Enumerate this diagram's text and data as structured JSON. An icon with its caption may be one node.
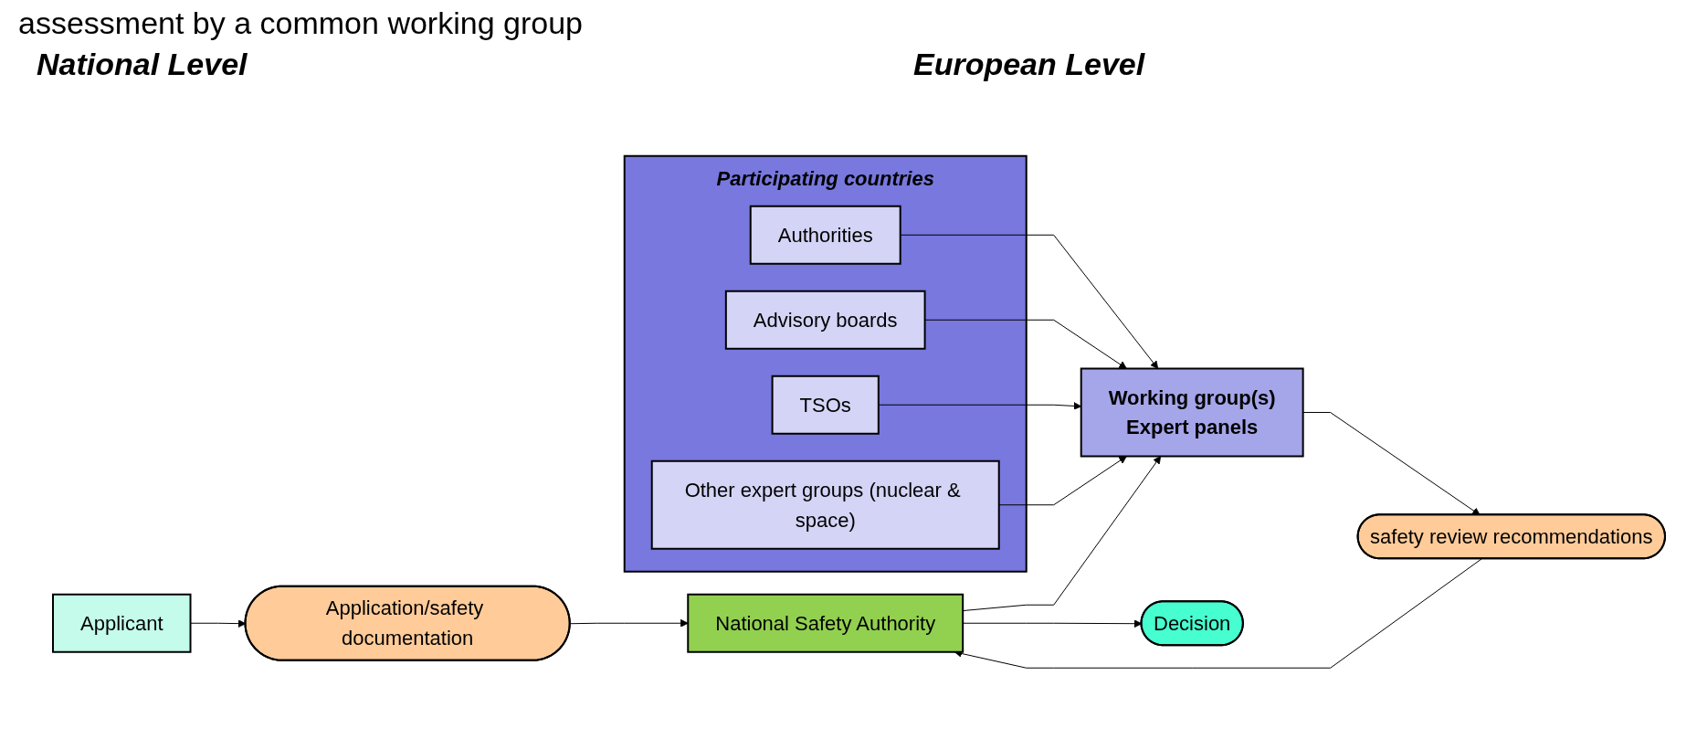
{
  "diagram": {
    "title": "assessment by a common working group",
    "nodes": [
      {
        "text": [
          "Applicant"
        ]
      },
      {
        "text": [
          "Application/safety documentation"
        ]
      },
      {
        "text": [
          "National Safety Authority"
        ]
      },
      {
        "text": [
          "Working group(s)",
          "Expert panels"
        ]
      },
      {
        "text": [
          "safety review recommendations"
        ]
      },
      {
        "text": [
          "Decision"
        ]
      },
      {
        "text": [
          "Participating countries"
        ]
      },
      {
        "text": [
          "Authorities"
        ],
        "in": 6
      },
      {
        "text": [
          "Advisory boards"
        ],
        "in": 6
      },
      {
        "text": [
          "TSOs"
        ],
        "in": 6
      },
      {
        "text": [
          "Other expert groups (nuclear & space)"
        ],
        "in": 6
      }
    ],
    "edges": [
      {
        "from": 0,
        "to": 1,
        "arrow": "to"
      },
      {
        "from": 1,
        "to": 2,
        "arrow": "to"
      },
      {
        "from": 2,
        "to": 3,
        "arrow": "to"
      },
      {
        "from": 3,
        "to": 4,
        "arrow": "to"
      },
      {
        "from": 4,
        "to": 2,
        "arrow": "to"
      },
      {
        "from": 2,
        "to": 5,
        "arrow": "to"
      },
      {
        "from": 7,
        "to": 3,
        "arrow": "to"
      },
      {
        "from": 8,
        "to": 3,
        "arrow": "to"
      },
      {
        "from": 9,
        "to": 3,
        "arrow": "to"
      },
      {
        "from": 10,
        "to": 3,
        "arrow": "to"
      }
    ],
    "labels": [
      "National Level",
      "European Level"
    ]
  }
}
